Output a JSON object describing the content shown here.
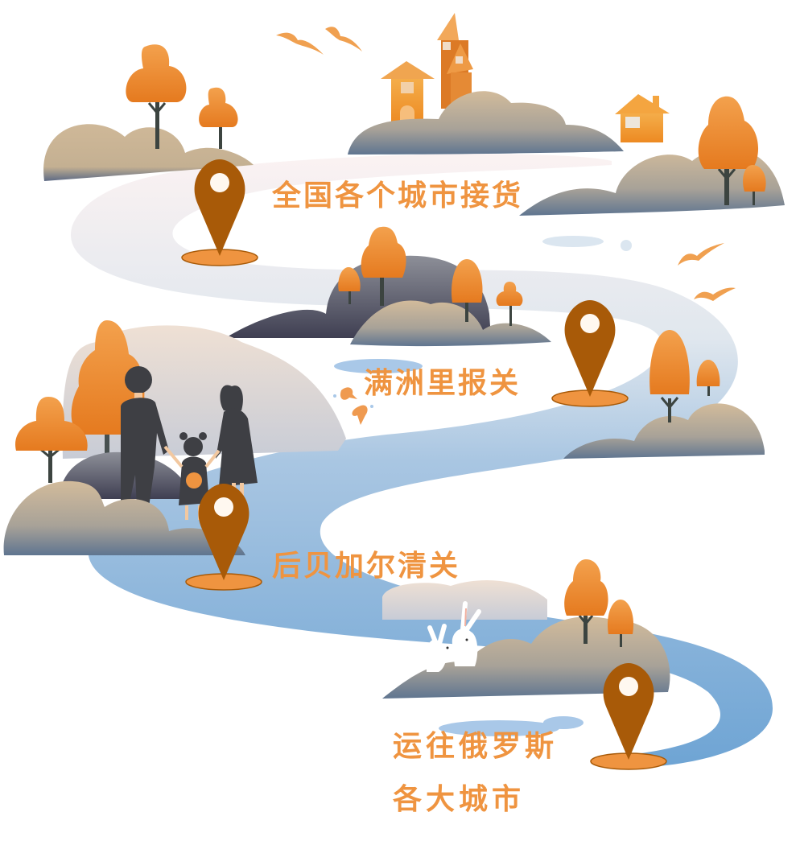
{
  "colors": {
    "label_orange": "#ef9440",
    "pin_brown": "#a85a08",
    "pin_base_orange": "#ef9440",
    "pin_dot": "#fff8f0",
    "river_blue_light": "#dfe6ee",
    "river_blue_dark": "#6fa3d2",
    "hill_beige": "#cdb89c",
    "hill_slate": "#5d7290",
    "hill_dark": "#4a4a5a",
    "tree_orange": "#ef8c30",
    "trunk_dark": "#3c4440",
    "person_dark": "#3e3f44",
    "skin": "#f2c8a0"
  },
  "route": {
    "steps": [
      {
        "label": "全国各个城市接货"
      },
      {
        "label": "满洲里报关"
      },
      {
        "label": "后贝加尔清关"
      },
      {
        "label_line1": "运往俄罗斯",
        "label_line2": "各大城市"
      }
    ]
  },
  "icons": {
    "pin": "map-pin-icon",
    "bird": "bird-icon",
    "house": "house-icon",
    "tree": "tree-icon",
    "rabbit": "rabbit-icon",
    "fish": "fish-icon",
    "family": "family-icon"
  }
}
